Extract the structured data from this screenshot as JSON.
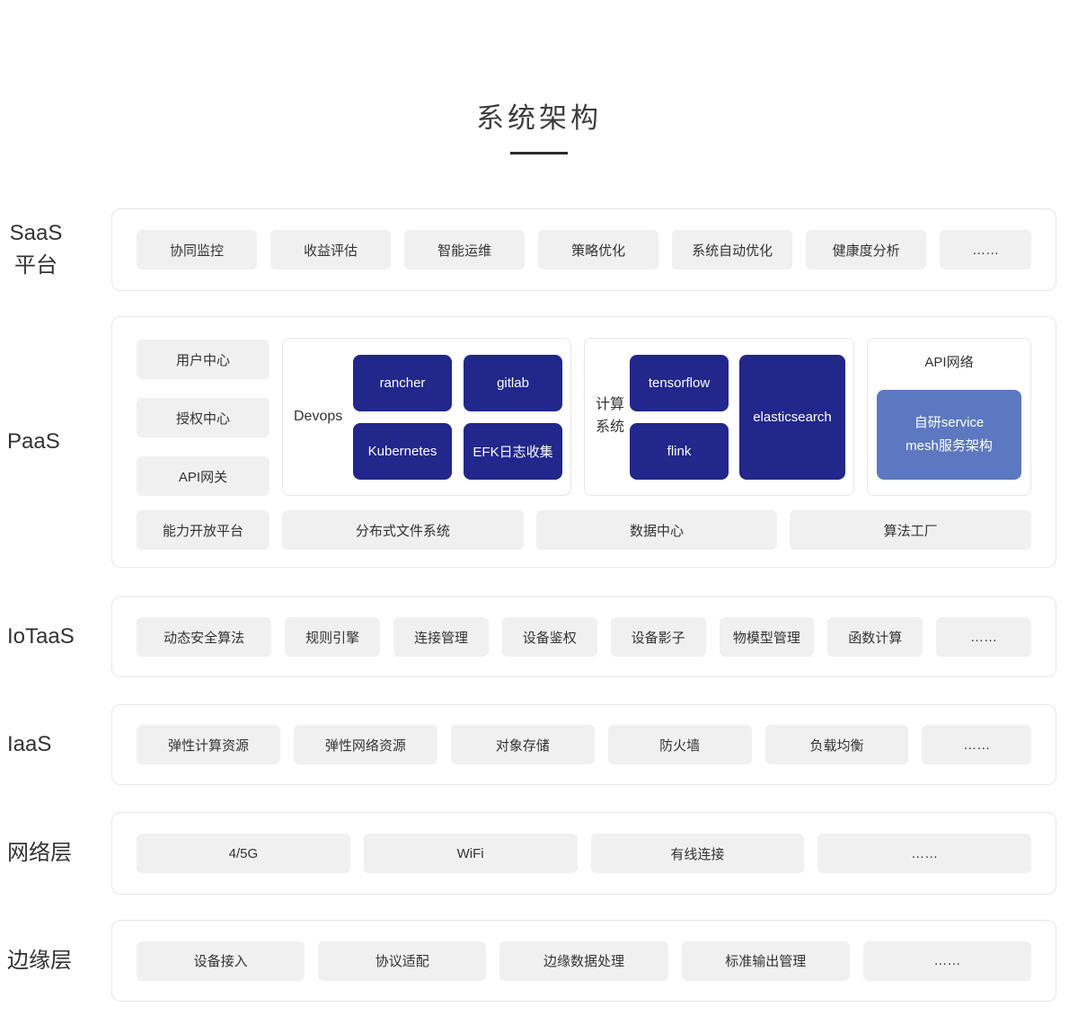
{
  "title": {
    "text": "系统架构"
  },
  "colors": {
    "dark_blue": "#21278b",
    "light_blue": "#5c78c0",
    "tile_bg": "#f0f0f0",
    "box_border": "#e7e7e7",
    "text_dark": "#333333",
    "text_light": "#ffffff"
  },
  "layers": {
    "saas": {
      "label_line1": "SaaS",
      "label_line2": "平台",
      "items": [
        "协同监控",
        "收益评估",
        "智能运维",
        "策略优化",
        "系统自动优化",
        "健康度分析",
        "……"
      ]
    },
    "paas": {
      "label": "PaaS",
      "left_items": [
        "用户中心",
        "授权中心",
        "API网关"
      ],
      "devops": {
        "label": "Devops",
        "blocks": [
          "rancher",
          "gitlab",
          "Kubernetes",
          "EFK日志收集"
        ]
      },
      "compute": {
        "label_line1": "计算",
        "label_line2": "系统",
        "block_top": "tensorflow",
        "block_bottom": "flink",
        "block_right": "elasticsearch"
      },
      "api": {
        "title": "API网络",
        "block_line1": "自研service",
        "block_line2": "mesh服务架构"
      },
      "bottom_items": [
        "能力开放平台",
        "分布式文件系统",
        "数据中心",
        "算法工厂"
      ]
    },
    "iotaas": {
      "label": "IoTaaS",
      "items": [
        "动态安全算法",
        "规则引擎",
        "连接管理",
        "设备鉴权",
        "设备影子",
        "物模型管理",
        "函数计算",
        "……"
      ]
    },
    "iaas": {
      "label": "IaaS",
      "items": [
        "弹性计算资源",
        "弹性网络资源",
        "对象存储",
        "防火墙",
        "负载均衡",
        "……"
      ]
    },
    "network": {
      "label": "网络层",
      "items": [
        "4/5G",
        "WiFi",
        "有线连接",
        "……"
      ]
    },
    "edge": {
      "label": "边缘层",
      "items": [
        "设备接入",
        "协议适配",
        "边缘数据处理",
        "标准输出管理",
        "……"
      ]
    }
  }
}
